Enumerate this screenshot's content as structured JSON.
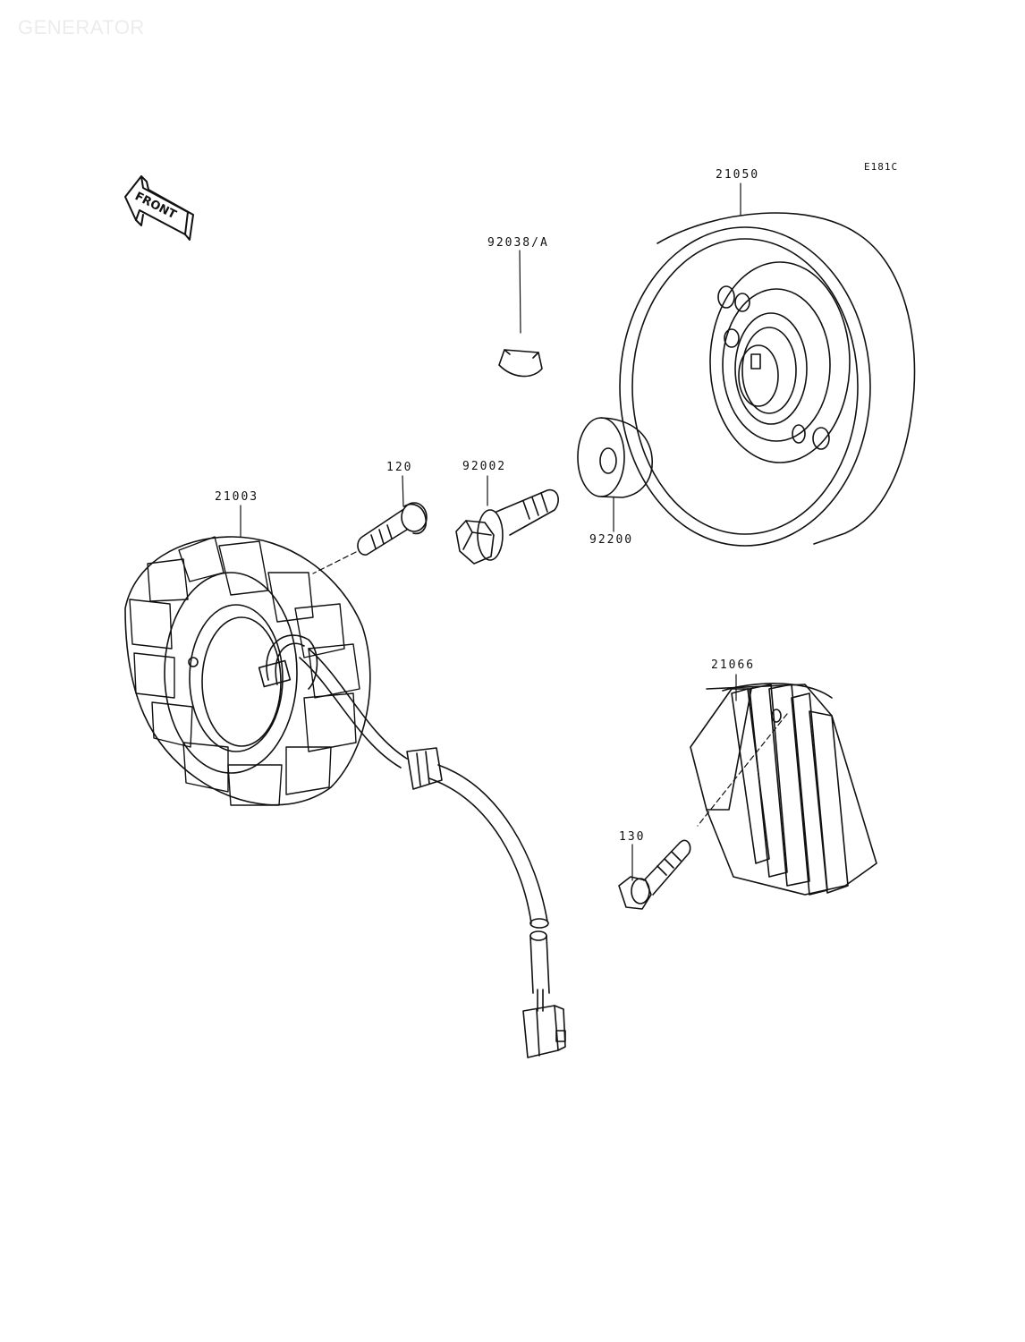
{
  "page": {
    "title": "GENERATOR",
    "diagram_code": "E181C",
    "front_label": "FRONT"
  },
  "parts": [
    {
      "key": "flywheel",
      "number": "21050"
    },
    {
      "key": "woodruff_key",
      "number": "92038/A"
    },
    {
      "key": "bolt_120",
      "number": "120"
    },
    {
      "key": "bolt_92002",
      "number": "92002"
    },
    {
      "key": "washer",
      "number": "92200"
    },
    {
      "key": "stator",
      "number": "21003"
    },
    {
      "key": "regulator",
      "number": "21066"
    },
    {
      "key": "bolt_130",
      "number": "130"
    }
  ],
  "colors": {
    "line": "#111111",
    "background": "#ffffff",
    "watermark": "#ececec"
  }
}
